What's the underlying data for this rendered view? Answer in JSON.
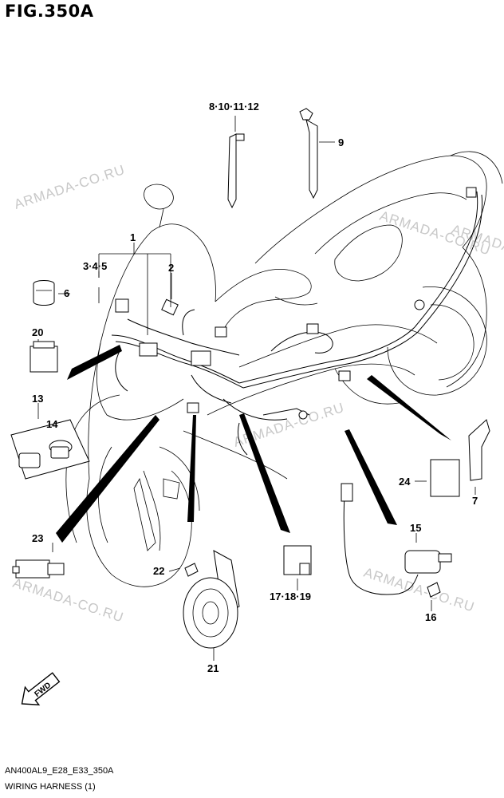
{
  "figure": {
    "title": "FIG.350A"
  },
  "callouts": {
    "c1": "1",
    "c2": "2",
    "c345": "3·4·5",
    "c6": "6",
    "c7": "7",
    "c8_12": "8·10·11·12",
    "c9": "9",
    "c13": "13",
    "c14": "14",
    "c15": "15",
    "c16": "16",
    "c17_19": "17·18·19",
    "c20": "20",
    "c21": "21",
    "c22": "22",
    "c23": "23",
    "c24": "24"
  },
  "watermarks": {
    "w1": "ARMADA-CO.RU",
    "w2": "ARMADA-CO.RU",
    "w3": "ARMADA-CO.RU",
    "w4": "ARMADA-CO.RU",
    "w5": "ARMADA-CO.RU",
    "w6": "ARMADA-CO.RU"
  },
  "fwd_label": "FWD",
  "footer": {
    "code": "AN400AL9_E28_E33_350A",
    "caption": "WIRING HARNESS (1)"
  }
}
